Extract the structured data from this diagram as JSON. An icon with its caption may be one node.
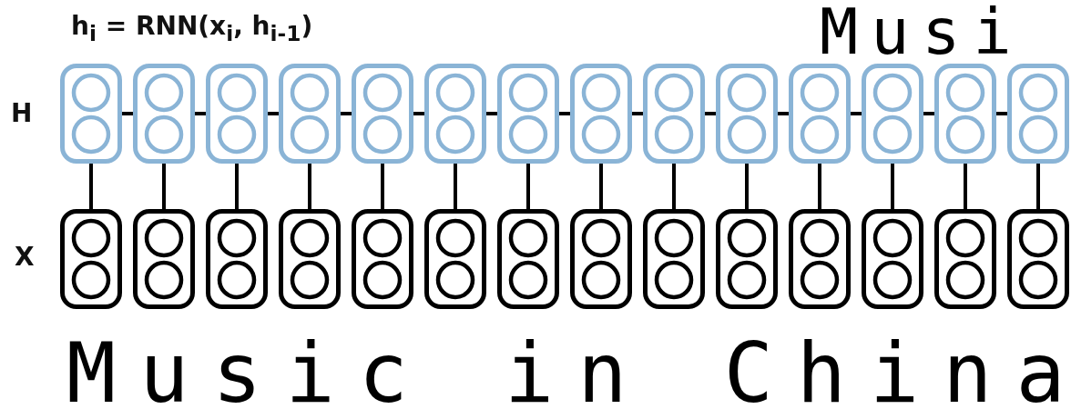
{
  "diagram": {
    "nodes": [
      {
        "text": [],
        "shape": "box"
      },
      {
        "text": [],
        "shape": "box"
      },
      {
        "text": [],
        "shape": "box"
      },
      {
        "text": [],
        "shape": "box"
      },
      {
        "text": [],
        "shape": "box"
      },
      {
        "text": [],
        "shape": "box"
      },
      {
        "text": [],
        "shape": "box"
      },
      {
        "text": [],
        "shape": "box"
      },
      {
        "text": [],
        "shape": "box"
      },
      {
        "text": [],
        "shape": "box"
      },
      {
        "text": [],
        "shape": "box"
      },
      {
        "text": [],
        "shape": "box"
      },
      {
        "text": [],
        "shape": "box"
      },
      {
        "text": [],
        "shape": "box"
      },
      {
        "text": [],
        "shape": "box"
      },
      {
        "text": [],
        "shape": "box"
      },
      {
        "text": [],
        "shape": "box"
      },
      {
        "text": [],
        "shape": "box"
      },
      {
        "text": [],
        "shape": "box"
      },
      {
        "text": [],
        "shape": "box"
      },
      {
        "text": [],
        "shape": "box"
      },
      {
        "text": [],
        "shape": "box"
      },
      {
        "text": [],
        "shape": "box"
      },
      {
        "text": [],
        "shape": "box"
      },
      {
        "text": [],
        "shape": "box"
      },
      {
        "text": [],
        "shape": "box"
      },
      {
        "text": [],
        "shape": "box"
      },
      {
        "text": [],
        "shape": "box"
      }
    ],
    "edges": [
      {
        "from": 0,
        "to": 1,
        "arrow": "none"
      },
      {
        "from": 1,
        "to": 2,
        "arrow": "none"
      },
      {
        "from": 2,
        "to": 3,
        "arrow": "none"
      },
      {
        "from": 3,
        "to": 4,
        "arrow": "none"
      },
      {
        "from": 4,
        "to": 5,
        "arrow": "none"
      },
      {
        "from": 5,
        "to": 6,
        "arrow": "none"
      },
      {
        "from": 6,
        "to": 7,
        "arrow": "none"
      },
      {
        "from": 7,
        "to": 8,
        "arrow": "none"
      },
      {
        "from": 8,
        "to": 9,
        "arrow": "none"
      },
      {
        "from": 9,
        "to": 10,
        "arrow": "none"
      },
      {
        "from": 10,
        "to": 11,
        "arrow": "none"
      },
      {
        "from": 11,
        "to": 12,
        "arrow": "none"
      },
      {
        "from": 12,
        "to": 13,
        "arrow": "none"
      },
      {
        "from": 14,
        "to": 0,
        "arrow": "none"
      },
      {
        "from": 15,
        "to": 1,
        "arrow": "none"
      },
      {
        "from": 16,
        "to": 2,
        "arrow": "none"
      },
      {
        "from": 17,
        "to": 3,
        "arrow": "none"
      },
      {
        "from": 18,
        "to": 4,
        "arrow": "none"
      },
      {
        "from": 19,
        "to": 5,
        "arrow": "none"
      },
      {
        "from": 20,
        "to": 6,
        "arrow": "none"
      },
      {
        "from": 21,
        "to": 7,
        "arrow": "none"
      },
      {
        "from": 22,
        "to": 8,
        "arrow": "none"
      },
      {
        "from": 23,
        "to": 9,
        "arrow": "none"
      },
      {
        "from": 24,
        "to": 10,
        "arrow": "none"
      },
      {
        "from": 25,
        "to": 11,
        "arrow": "none"
      },
      {
        "from": 26,
        "to": 12,
        "arrow": "none"
      },
      {
        "from": 27,
        "to": 13,
        "arrow": "none"
      }
    ],
    "labels": [
      "Musi",
      "h$_{i}$ = RNN(x$_{i}$, h$_{i-1}$)",
      "H",
      "X",
      "Music in China"
    ]
  }
}
